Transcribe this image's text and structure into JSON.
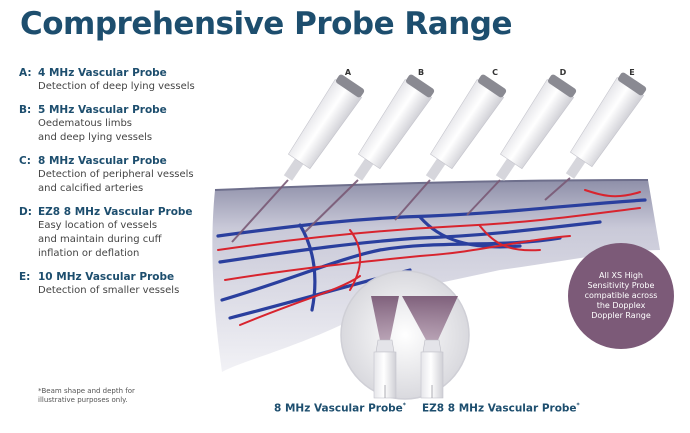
{
  "title": "Comprehensive Probe Range",
  "probes": [
    {
      "letter": "A:",
      "name": "4 MHz Vascular Probe",
      "lines": [
        "Detection of deep lying vessels"
      ]
    },
    {
      "letter": "B:",
      "name": "5 MHz Vascular Probe",
      "lines": [
        "Oedematous limbs",
        "and deep lying vessels"
      ]
    },
    {
      "letter": "C:",
      "name": "8 MHz Vascular Probe",
      "lines": [
        "Detection of peripheral vessels",
        "and calcified arteries"
      ]
    },
    {
      "letter": "D:",
      "name": "EZ8 8 MHz Vascular Probe",
      "lines": [
        "Easy location of vessels",
        "and maintain during cuff",
        "inflation or deflation"
      ]
    },
    {
      "letter": "E:",
      "name": "10 MHz Vascular Probe",
      "lines": [
        "Detection of smaller vessels"
      ]
    }
  ],
  "probe_labels": [
    "A",
    "B",
    "C",
    "D",
    "E"
  ],
  "badge": {
    "text": "All XS High Sensitivity Probe compatible across the Dopplex Doppler Range"
  },
  "captions": {
    "left": "8 MHz Vascular Probe",
    "right": "EZ8 8 MHz Vascular Probe",
    "mark": "*"
  },
  "footnote": "*Beam shape and depth for illustrative purposes only.",
  "colors": {
    "brand": "#1d4e6e",
    "badge": "#7c5a78",
    "artery": "#d8242e",
    "vein": "#2a3f9e",
    "beam": "#7a5a76"
  }
}
